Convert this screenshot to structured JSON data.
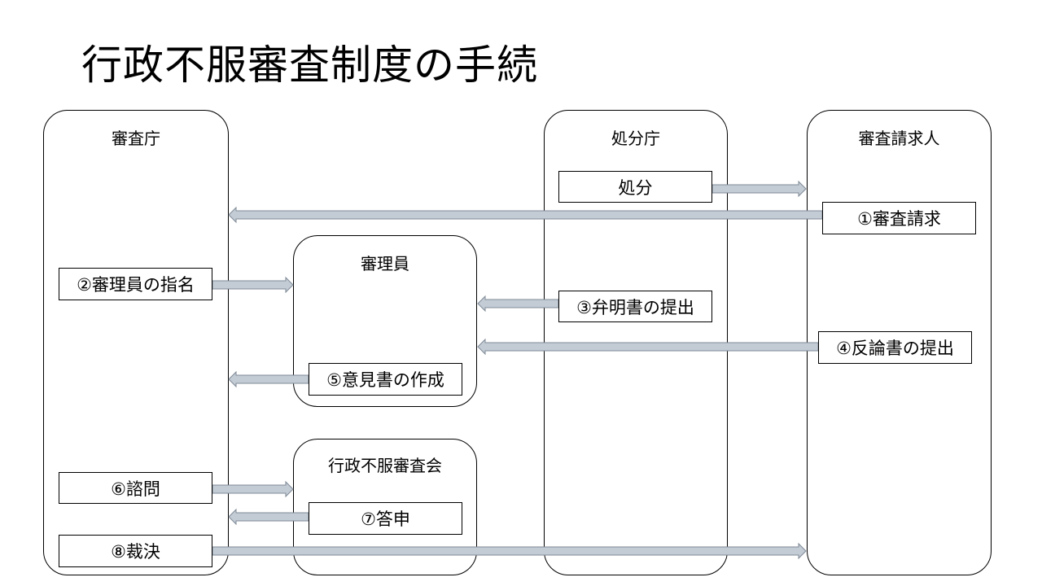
{
  "title": "行政不服審査制度の手続",
  "lanes": {
    "shinsacho": "審査庁",
    "shinrin": "審理員",
    "shinsakai": "行政不服審査会",
    "shobuncho": "処分庁",
    "seikyunin": "審査請求人"
  },
  "steps": {
    "shobun": "処分",
    "s1": "①審査請求",
    "s2": "②審理員の指名",
    "s3": "③弁明書の提出",
    "s4": "④反論書の提出",
    "s5": "⑤意見書の作成",
    "s6": "⑥諮問",
    "s7": "⑦答申",
    "s8": "⑧裁決"
  },
  "colors": {
    "arrow_fill": "#c3ccd5",
    "arrow_stroke": "#7f8a96"
  }
}
